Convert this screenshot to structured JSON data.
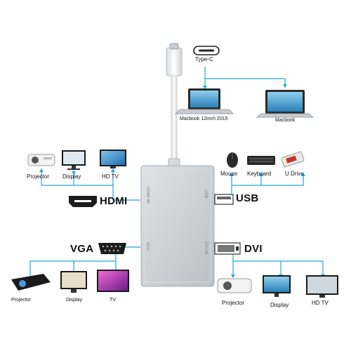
{
  "typec": {
    "label": "Type-C"
  },
  "macs": {
    "left_label": "Macbook 12inch 2015",
    "right_label": "Macbook"
  },
  "hdmi": {
    "heading": "HDMI",
    "port_text": "HDMI 4K",
    "devices": [
      "Projector",
      "Display",
      "HD TV"
    ]
  },
  "usb": {
    "heading": "USB",
    "port_text": "USB",
    "devices": [
      "Mouse",
      "Keyboard",
      "U Drive"
    ]
  },
  "vga": {
    "heading": "VGA",
    "port_text": "VGA",
    "devices": [
      "Projector",
      "Display",
      "TV"
    ]
  },
  "dvi": {
    "heading": "DVI",
    "port_text": "DVI 4K",
    "devices": [
      "Projector",
      "Display",
      "HD TV"
    ]
  },
  "colors": {
    "line": "#21a8d8",
    "hub": "#c9cfd4",
    "dark": "#1c1c1c"
  }
}
